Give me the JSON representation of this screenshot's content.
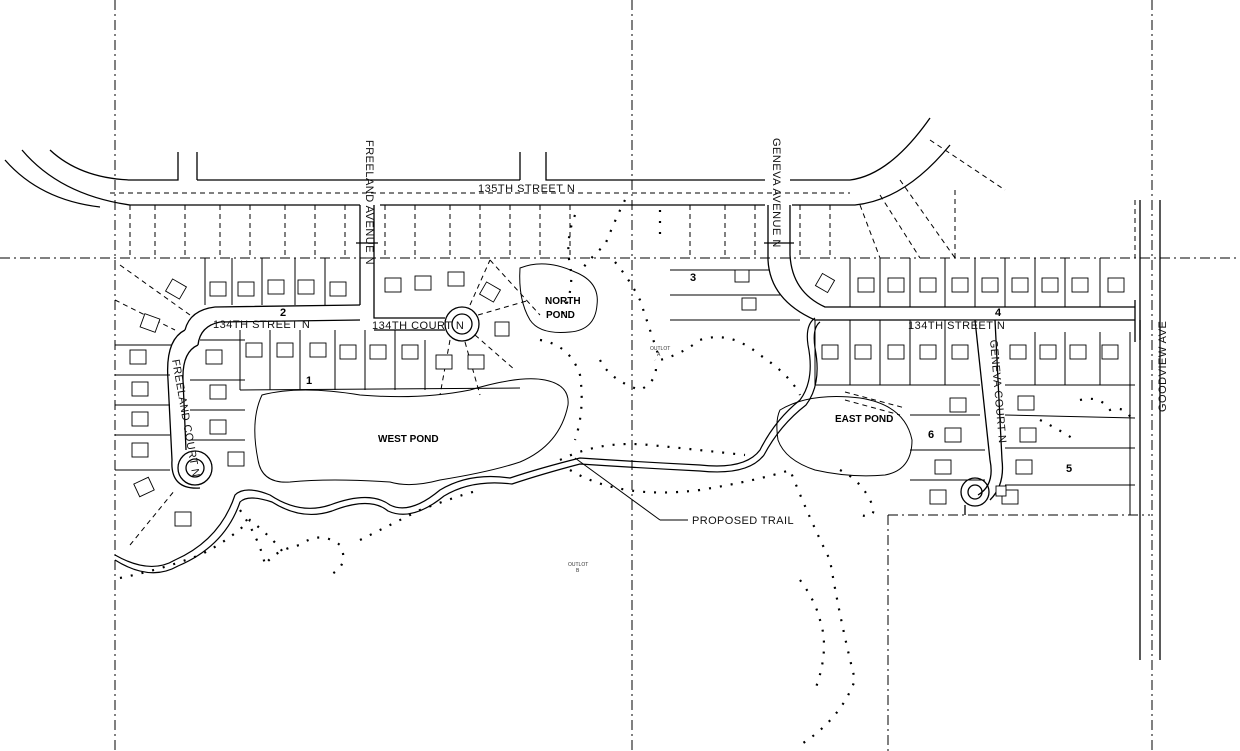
{
  "streets": {
    "street_135th": "135TH STREET N",
    "freeland_avenue": "FREELAND AVENUE N",
    "geneva_avenue": "GENEVA AVENUE N",
    "street_134th_west": "134TH STREET N",
    "court_134th": "134TH COURT N",
    "street_134th_east": "134TH STREET N",
    "freeland_court": "FREELAND COURT N",
    "geneva_court": "GENEVA COURT N",
    "goodview_ave": "GOODVIEW AVE"
  },
  "ponds": {
    "west": "WEST POND",
    "north_line1": "NORTH",
    "north_line2": "POND",
    "east": "EAST POND"
  },
  "outlots": {
    "a_line1": "OUTLOT",
    "a_line2": "A",
    "b_line1": "OUTLOT",
    "b_line2": "B"
  },
  "blocks": {
    "b1": "1",
    "b2": "2",
    "b3": "3",
    "b4": "4",
    "b5": "5",
    "b6": "6"
  },
  "callouts": {
    "proposed_trail": "PROPOSED TRAIL"
  },
  "colors": {
    "linework": "#000000",
    "background": "#ffffff"
  }
}
